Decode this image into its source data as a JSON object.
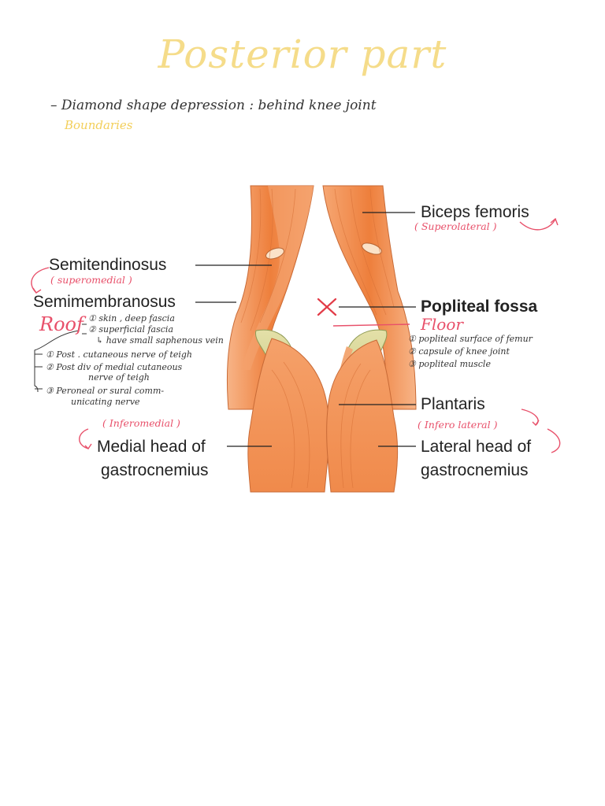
{
  "title": "Posterior part",
  "subtitle": "– Diamond shape depression : behind knee joint",
  "boundaries_heading": "Boundaries",
  "labels": {
    "biceps_femoris": "Biceps femoris",
    "biceps_note": "( Superolateral )",
    "semitendinosus": "Semitendinosus",
    "semitendinosus_note": "( superomedial )",
    "semimembranosus": "Semimembranosus",
    "popliteal_fossa": "Popliteal fossa",
    "plantaris": "Plantaris",
    "plantaris_note": "( Infero lateral )",
    "medial_head_line1": "Medial head of",
    "medial_head_line2": "gastrocnemius",
    "medial_note": "( Inferomedial )",
    "lateral_head_line1": "Lateral head of",
    "lateral_head_line2": "gastrocnemius"
  },
  "roof": {
    "heading": "Roof",
    "items": [
      "① skin , deep fascia",
      "② superficial fascia",
      "↳ have small saphenous vein",
      "① Post . cutaneous nerve of teigh",
      "② Post div of medial cutaneous",
      "nerve of teigh",
      "③ Peroneal or sural comm-",
      "unicating nerve"
    ]
  },
  "floor": {
    "heading": "Floor",
    "items": [
      "① popliteal surface of femur",
      "② capsule of knee joint",
      "③ popliteal muscle"
    ]
  },
  "colors": {
    "title": "#f5dc8a",
    "boundaries": "#f3cf5a",
    "annotation_pink": "#e8506a",
    "muscle_orange": "#f08a4b",
    "muscle_light": "#f9c9a2",
    "tendon_green": "#c7cf8a"
  },
  "marker": "cross-mark"
}
